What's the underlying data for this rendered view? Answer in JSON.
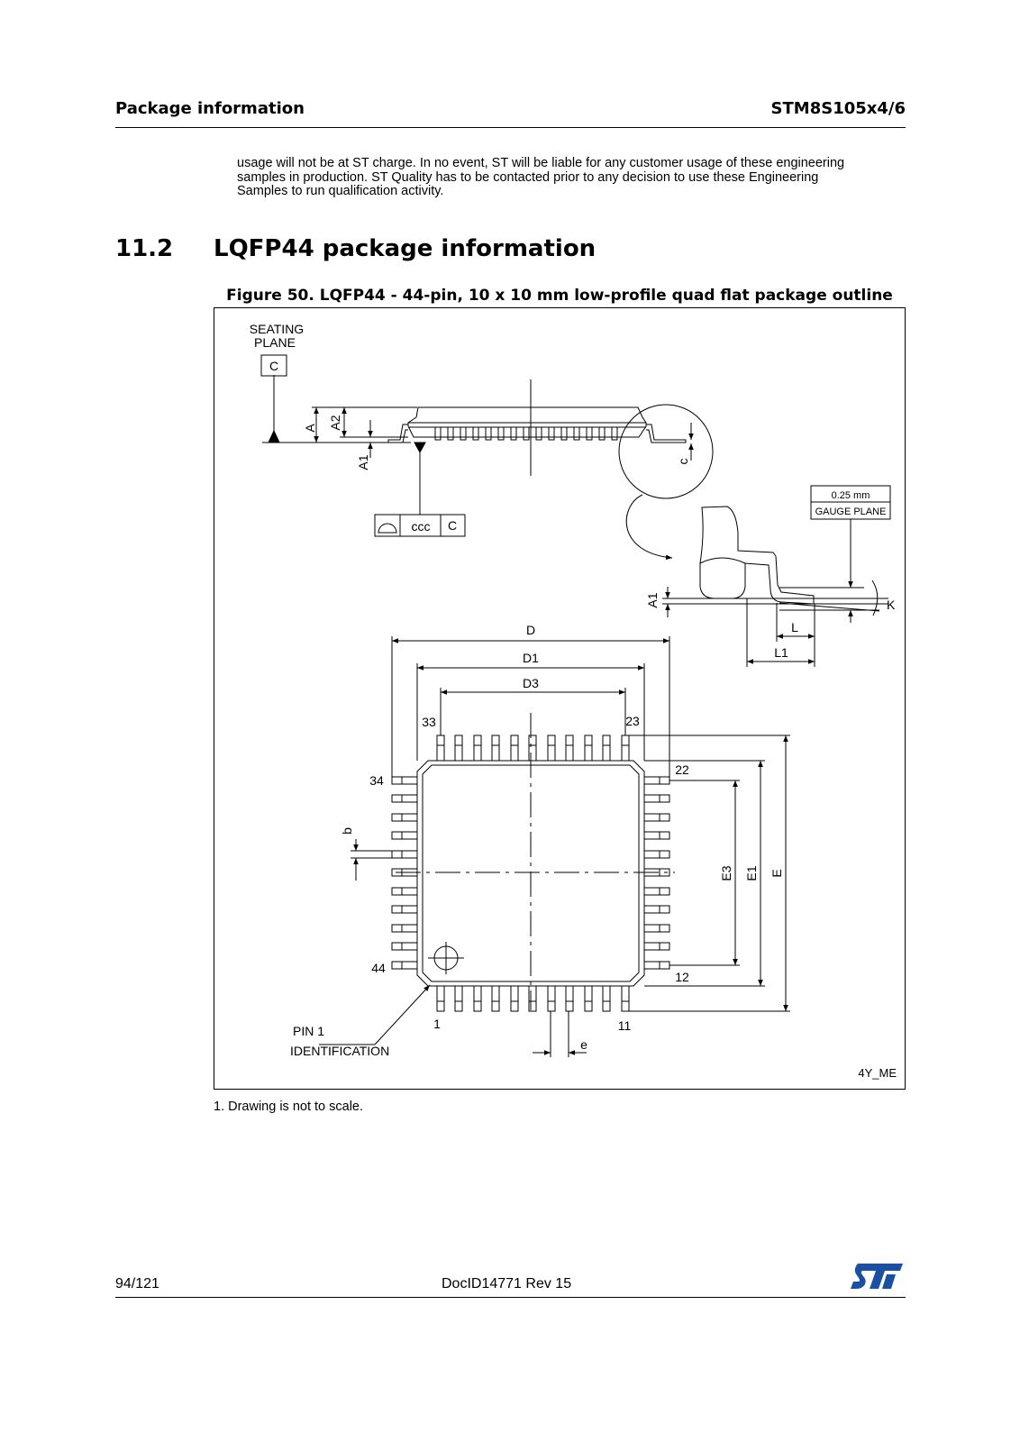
{
  "header": {
    "left": "Package information",
    "right": "STM8S105x4/6"
  },
  "intro_paragraph": [
    "usage will not be at ST charge. In no event, ST will be liable for any customer usage of these engineering",
    "samples in production. ST Quality has to be contacted prior to any decision to use these Engineering",
    "Samples to run qualification activity."
  ],
  "section": {
    "number": "11.2",
    "title": "LQFP44 package information"
  },
  "figure": {
    "caption": "Figure 50. LQFP44 - 44-pin, 10 x 10 mm low-profile quad flat package outline",
    "code": "4Y_ME",
    "labels": {
      "seating_plane_1": "SEATING",
      "seating_plane_2": "PLANE",
      "datum_c": "C",
      "a": "A",
      "a2": "A2",
      "a1": "A1",
      "c": "c",
      "ccc": "ccc",
      "ccc_ref": "C",
      "gauge_value": "0.25 mm",
      "gauge_plane": "GAUGE PLANE",
      "k": "K",
      "l": "L",
      "l1": "L1",
      "d": "D",
      "d1": "D1",
      "d3": "D3",
      "e": "E",
      "e1": "E1",
      "e3": "E3",
      "b": "b",
      "pitch_e": "e",
      "pin_33": "33",
      "pin_23": "23",
      "pin_34": "34",
      "pin_22": "22",
      "pin_44": "44",
      "pin_12": "12",
      "pin_1": "1",
      "pin_11": "11",
      "pin1_id_1": "PIN 1",
      "pin1_id_2": "IDENTIFICATION"
    }
  },
  "footnote": "1.   Drawing is not to scale.",
  "footer": {
    "page": "94/121",
    "doc_id": "DocID14771 Rev 15"
  },
  "logo": {
    "name": "st-logo",
    "color": "#1a4fa3"
  }
}
